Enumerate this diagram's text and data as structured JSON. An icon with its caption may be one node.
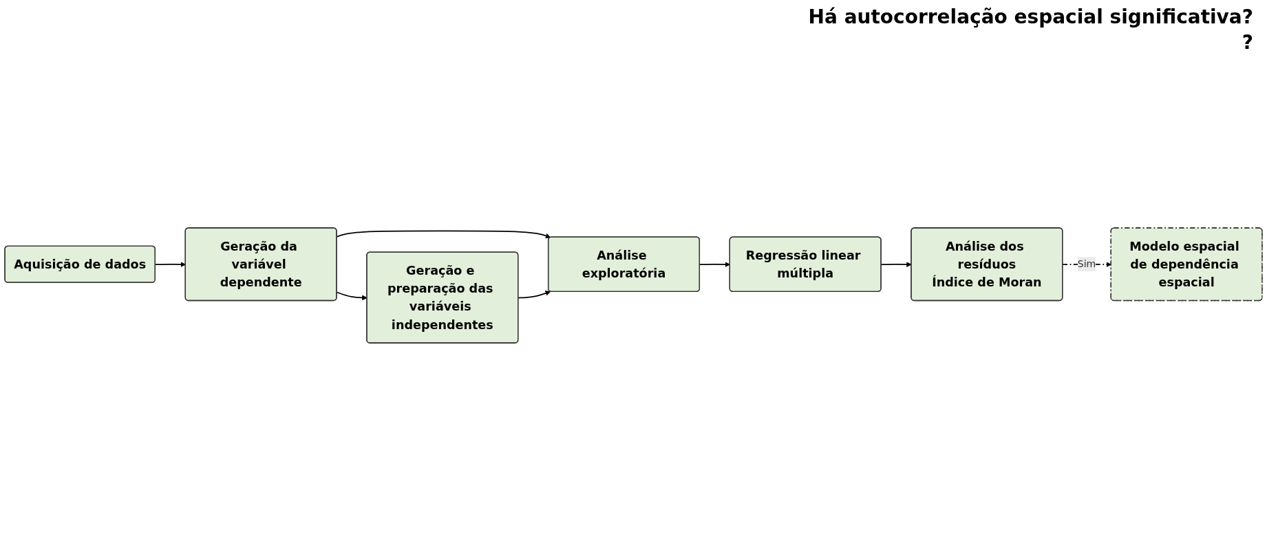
{
  "diagram": {
    "nodes": [
      {
        "text": [
          "Aquisição de dados"
        ]
      },
      {
        "text": [
          "Geração da variável dependente"
        ]
      },
      {
        "text": [
          "Geração e preparação das variáveis independentes"
        ]
      },
      {
        "text": [
          "Análise exploratória"
        ]
      },
      {
        "text": [
          "Regressão linear múltipla"
        ]
      },
      {
        "text": [
          "Análise dos resíduos",
          "Índice de Moran"
        ]
      },
      {
        "text": [
          "Modelo espacial de dependência espacial"
        ]
      }
    ],
    "edges": [
      {
        "from": 0,
        "to": 1,
        "arrow": "to"
      },
      {
        "from": 1,
        "to": 2,
        "arrow": "to"
      },
      {
        "from": 1,
        "to": 3,
        "arrow": "to"
      },
      {
        "from": 2,
        "to": 3,
        "arrow": "to"
      },
      {
        "from": 3,
        "to": 4,
        "arrow": "to"
      },
      {
        "from": 4,
        "to": 5,
        "arrow": "to"
      },
      {
        "from": 5,
        "to": 6,
        "arrow": "to",
        "label": "Sim",
        "style": "dashed"
      }
    ],
    "labels": [
      "Há autocorrelação espacial significativa?",
      "?"
    ]
  }
}
